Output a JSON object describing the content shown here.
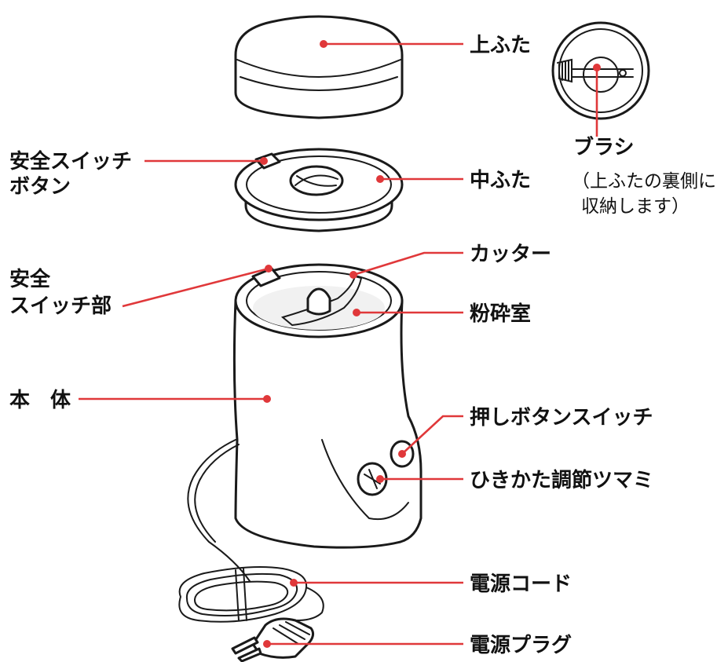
{
  "labels": {
    "top_lid": "上ふた",
    "brush": "ブラシ",
    "brush_note_1": "（上ふたの裏側に",
    "brush_note_2": "収納します）",
    "safety_button_1": "安全スイッチ",
    "safety_button_2": "ボタン",
    "inner_lid": "中ふた",
    "cutter": "カッター",
    "safety_switch_1": "安全",
    "safety_switch_2": "スイッチ部",
    "grinding_chamber": "粉砕室",
    "body": "本　体",
    "push_button_switch": "押しボタンスイッチ",
    "grind_knob": "ひきかた調節ツマミ",
    "power_cord": "電源コード",
    "power_plug": "電源プラグ"
  },
  "colors": {
    "leader": "#e0383a",
    "outline": "#1a1a1a"
  }
}
